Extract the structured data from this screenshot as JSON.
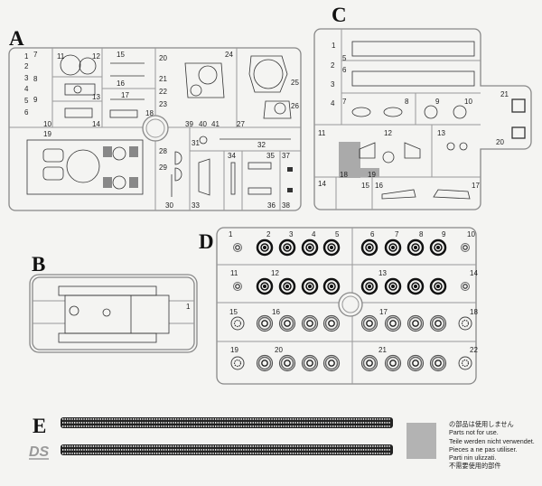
{
  "sprues": {
    "A": {
      "letter": "A",
      "parts": [
        "1",
        "2",
        "3",
        "4",
        "5",
        "6",
        "7",
        "8",
        "9",
        "10",
        "11",
        "12",
        "13",
        "14",
        "15",
        "16",
        "17",
        "18",
        "19",
        "20",
        "21",
        "22",
        "23",
        "24",
        "25",
        "26",
        "27",
        "28",
        "29",
        "30",
        "31",
        "32",
        "33",
        "34",
        "35",
        "36",
        "37",
        "38",
        "39",
        "40",
        "41"
      ]
    },
    "B": {
      "letter": "B",
      "parts": [
        "1"
      ]
    },
    "C": {
      "letter": "C",
      "parts": [
        "1",
        "2",
        "3",
        "4",
        "5",
        "6",
        "7",
        "8",
        "9",
        "10",
        "11",
        "12",
        "13",
        "14",
        "15",
        "16",
        "17",
        "18",
        "19",
        "20",
        "21"
      ]
    },
    "D": {
      "letter": "D",
      "parts": [
        "1",
        "2",
        "3",
        "4",
        "5",
        "6",
        "7",
        "8",
        "9",
        "10",
        "11",
        "12",
        "13",
        "14",
        "15",
        "16",
        "17",
        "18",
        "19",
        "20",
        "21",
        "22"
      ]
    },
    "E": {
      "letter": "E"
    }
  },
  "logo": "DS",
  "notice": {
    "swatch_color": "#b3b3b3",
    "lines": [
      "の部品は使用しません",
      "Parts not for use.",
      "Teile werden nicht verwendet.",
      "Pieces a ne pas utiliser.",
      "Parti nin ulizzati.",
      "不需要使用的部件"
    ]
  }
}
